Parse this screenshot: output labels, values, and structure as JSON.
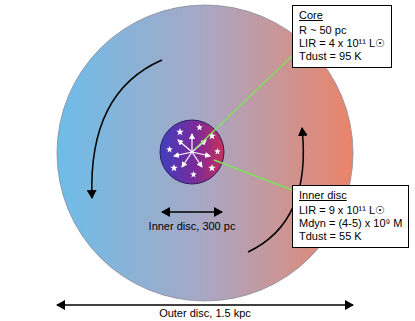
{
  "diagram": {
    "nodes": [
      {
        "text": [
          "Core",
          "R ~ 50 pc",
          "LIR = 4 x 10¹¹ L☉",
          "Tdust = 95 K"
        ]
      },
      {
        "text": [
          "Inner disc",
          "LIR = 9 x 10¹¹ L☉",
          "Mdyn = (4-5) x 10⁹ M",
          "Tdust = 55 K"
        ]
      }
    ],
    "labels": [
      "Inner disc, 300 pc",
      "Outer disc, 1.5 kpc"
    ]
  }
}
